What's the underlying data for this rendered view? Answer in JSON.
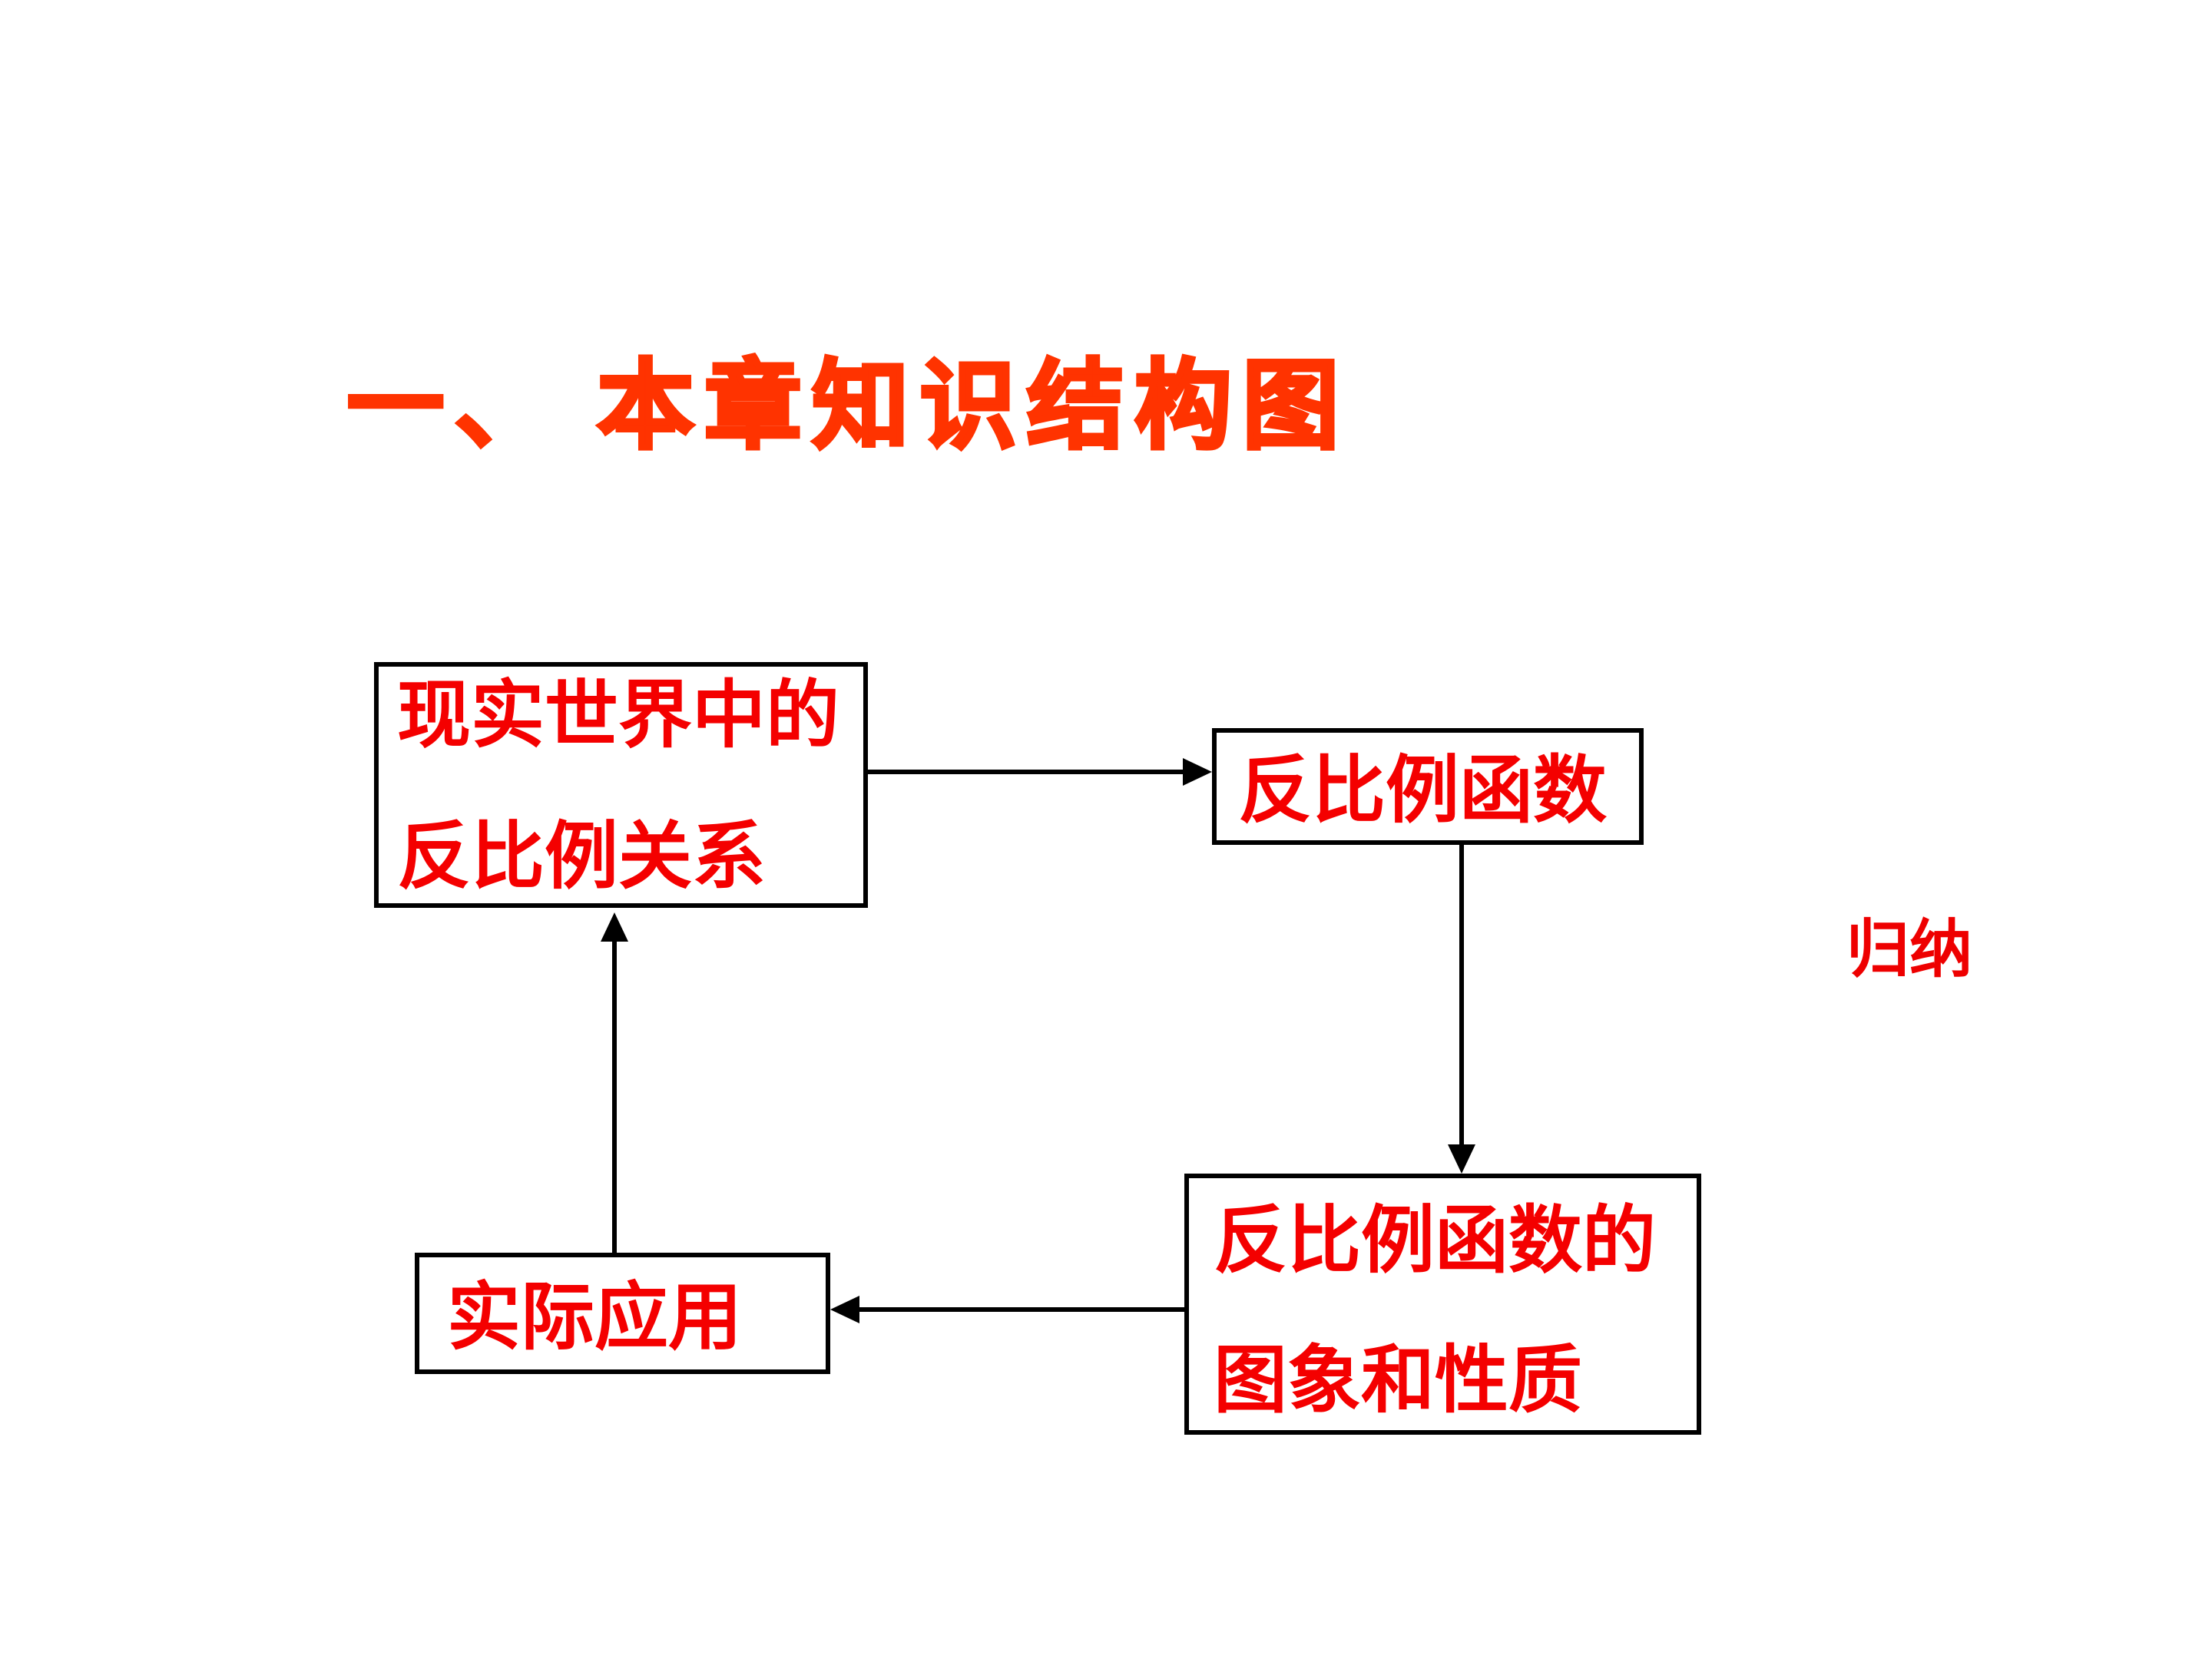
{
  "slide": {
    "title": "一、 本章知识结构图",
    "colors": {
      "title": "#FF3300",
      "box_text": "#F40000",
      "annotation_text": "#EE0000",
      "border_and_arrows": "#000000",
      "background": "#FFFFFF"
    }
  },
  "diagram": {
    "boxes": [
      {
        "id": "real-world-inverse-relation",
        "lines": [
          "现实世界中的",
          "反比例关系"
        ]
      },
      {
        "id": "inverse-proportional-function",
        "lines": [
          "反比例函数"
        ]
      },
      {
        "id": "graph-and-properties",
        "lines": [
          "反比例函数的",
          "图象和性质"
        ]
      },
      {
        "id": "practical-application",
        "lines": [
          "实际应用"
        ]
      }
    ],
    "arrows": [
      {
        "from": "real-world-inverse-relation",
        "to": "inverse-proportional-function",
        "direction": "right"
      },
      {
        "from": "inverse-proportional-function",
        "to": "graph-and-properties",
        "direction": "down"
      },
      {
        "from": "graph-and-properties",
        "to": "practical-application",
        "direction": "left"
      },
      {
        "from": "practical-application",
        "to": "real-world-inverse-relation",
        "direction": "up"
      }
    ],
    "annotation": "归纳"
  }
}
